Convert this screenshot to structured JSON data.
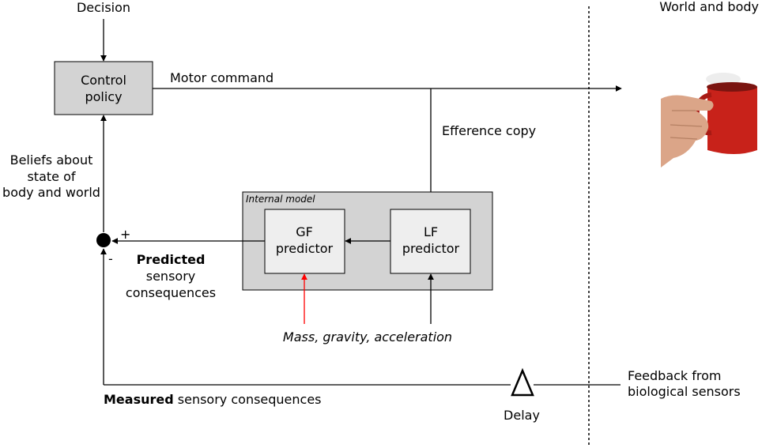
{
  "labels": {
    "decision": "Decision",
    "world_and_body": "World and body",
    "control_policy_line1": "Control",
    "control_policy_line2": "policy",
    "motor_command": "Motor command",
    "efference_copy": "Efference copy",
    "beliefs_line1": "Beliefs about",
    "beliefs_line2": "state of",
    "beliefs_line3": "body and world",
    "internal_model": "Internal model",
    "gf_line1": "GF",
    "gf_line2": "predictor",
    "lf_line1": "LF",
    "lf_line2": "predictor",
    "plus": "+",
    "minus": "-",
    "predicted_bold": "Predicted",
    "predicted_line2": "sensory",
    "predicted_line3": "consequences",
    "mass_gravity": "Mass, gravity, acceleration",
    "measured_bold": "Measured",
    "measured_rest": " sensory consequences",
    "delay": "Delay",
    "feedback_line1": "Feedback from",
    "feedback_line2": "biological sensors"
  },
  "colors": {
    "box_fill": "#d3d3d3",
    "predictor_fill": "#eeeeee",
    "arrow": "#000000",
    "input_arrow": "#ff0000",
    "mug": "#c8221a",
    "hand": "#dba588"
  },
  "image_content": {
    "picture": "hand holding red mug"
  }
}
